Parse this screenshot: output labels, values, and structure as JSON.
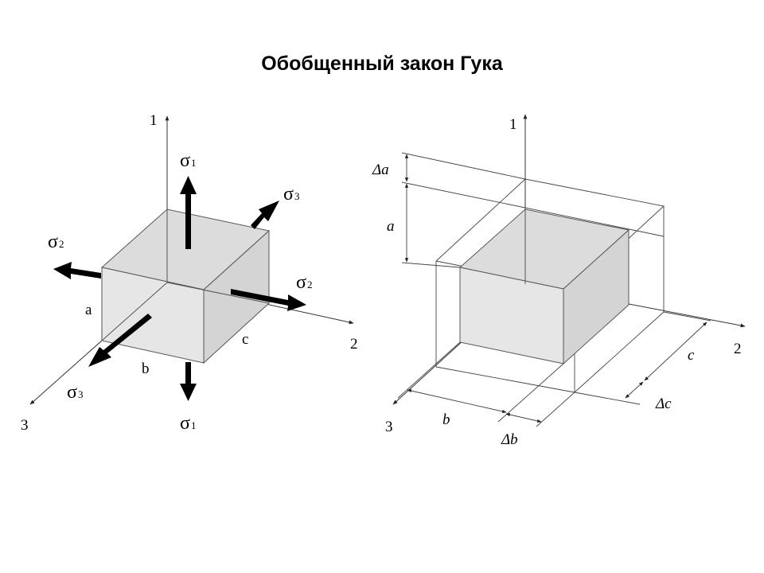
{
  "title": "Обобщенный закон Гука",
  "left": {
    "axes": {
      "vertical": "1",
      "right": "2",
      "diagonal": "3"
    },
    "edges": {
      "a": "a",
      "b": "b",
      "c": "c"
    },
    "stresses": {
      "sigma1_top": {
        "symbol": "σ",
        "index": "1"
      },
      "sigma1_bottom": {
        "symbol": "σ",
        "index": "1"
      },
      "sigma2_left": {
        "symbol": "σ",
        "index": "2"
      },
      "sigma2_right": {
        "symbol": "σ",
        "index": "2"
      },
      "sigma3_back": {
        "symbol": "σ",
        "index": "3"
      },
      "sigma3_front": {
        "symbol": "σ",
        "index": "3"
      }
    }
  },
  "right": {
    "axes": {
      "vertical": "1",
      "right": "2",
      "diagonal": "3"
    },
    "dims": {
      "delta_a": "Δa",
      "a": "a",
      "b": "b",
      "delta_b": "Δb",
      "c": "c",
      "delta_c": "Δc"
    }
  }
}
